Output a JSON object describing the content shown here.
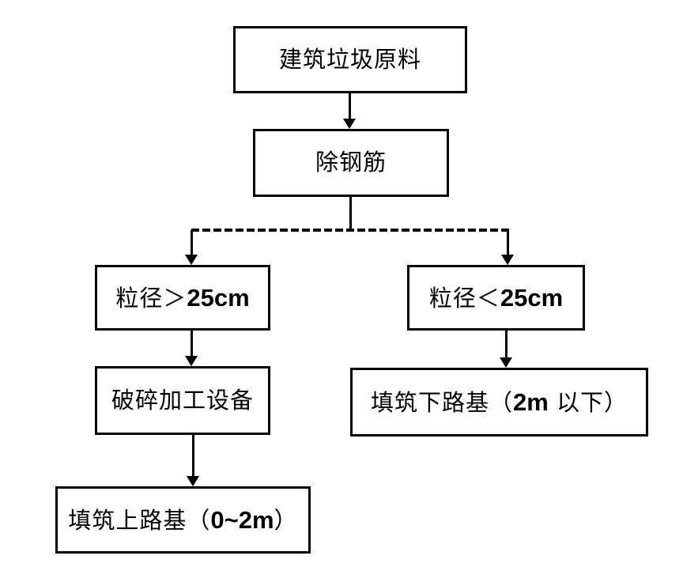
{
  "diagram": {
    "type": "flowchart",
    "colors": {
      "background": "#ffffff",
      "line": "#000000",
      "box_fill": "#ffffff",
      "box_border": "#000000",
      "text": "#000000"
    },
    "nodes": {
      "raw": {
        "prefix": "建筑垃圾原料"
      },
      "remove": {
        "prefix": "除钢筋"
      },
      "gt25": {
        "prefix": "粒径＞",
        "latin": "25cm"
      },
      "lt25": {
        "prefix": "粒径＜",
        "latin": "25cm"
      },
      "crush": {
        "prefix": "破碎加工设备"
      },
      "fill_lower": {
        "prefix": "填筑下路基（",
        "latin": "2m",
        "suffix": " 以下）"
      },
      "fill_upper": {
        "prefix": "填筑上路基（",
        "latin": "0~2m",
        "suffix": "）"
      }
    },
    "edges": [
      {
        "from": "raw",
        "to": "remove",
        "style": "solid-arrow"
      },
      {
        "from": "remove",
        "to": "gt25",
        "style": "dashed-branch-arrow"
      },
      {
        "from": "remove",
        "to": "lt25",
        "style": "dashed-branch-arrow"
      },
      {
        "from": "gt25",
        "to": "crush",
        "style": "solid-arrow"
      },
      {
        "from": "lt25",
        "to": "fill_lower",
        "style": "solid-arrow"
      },
      {
        "from": "crush",
        "to": "fill_upper",
        "style": "solid-arrow"
      }
    ]
  }
}
